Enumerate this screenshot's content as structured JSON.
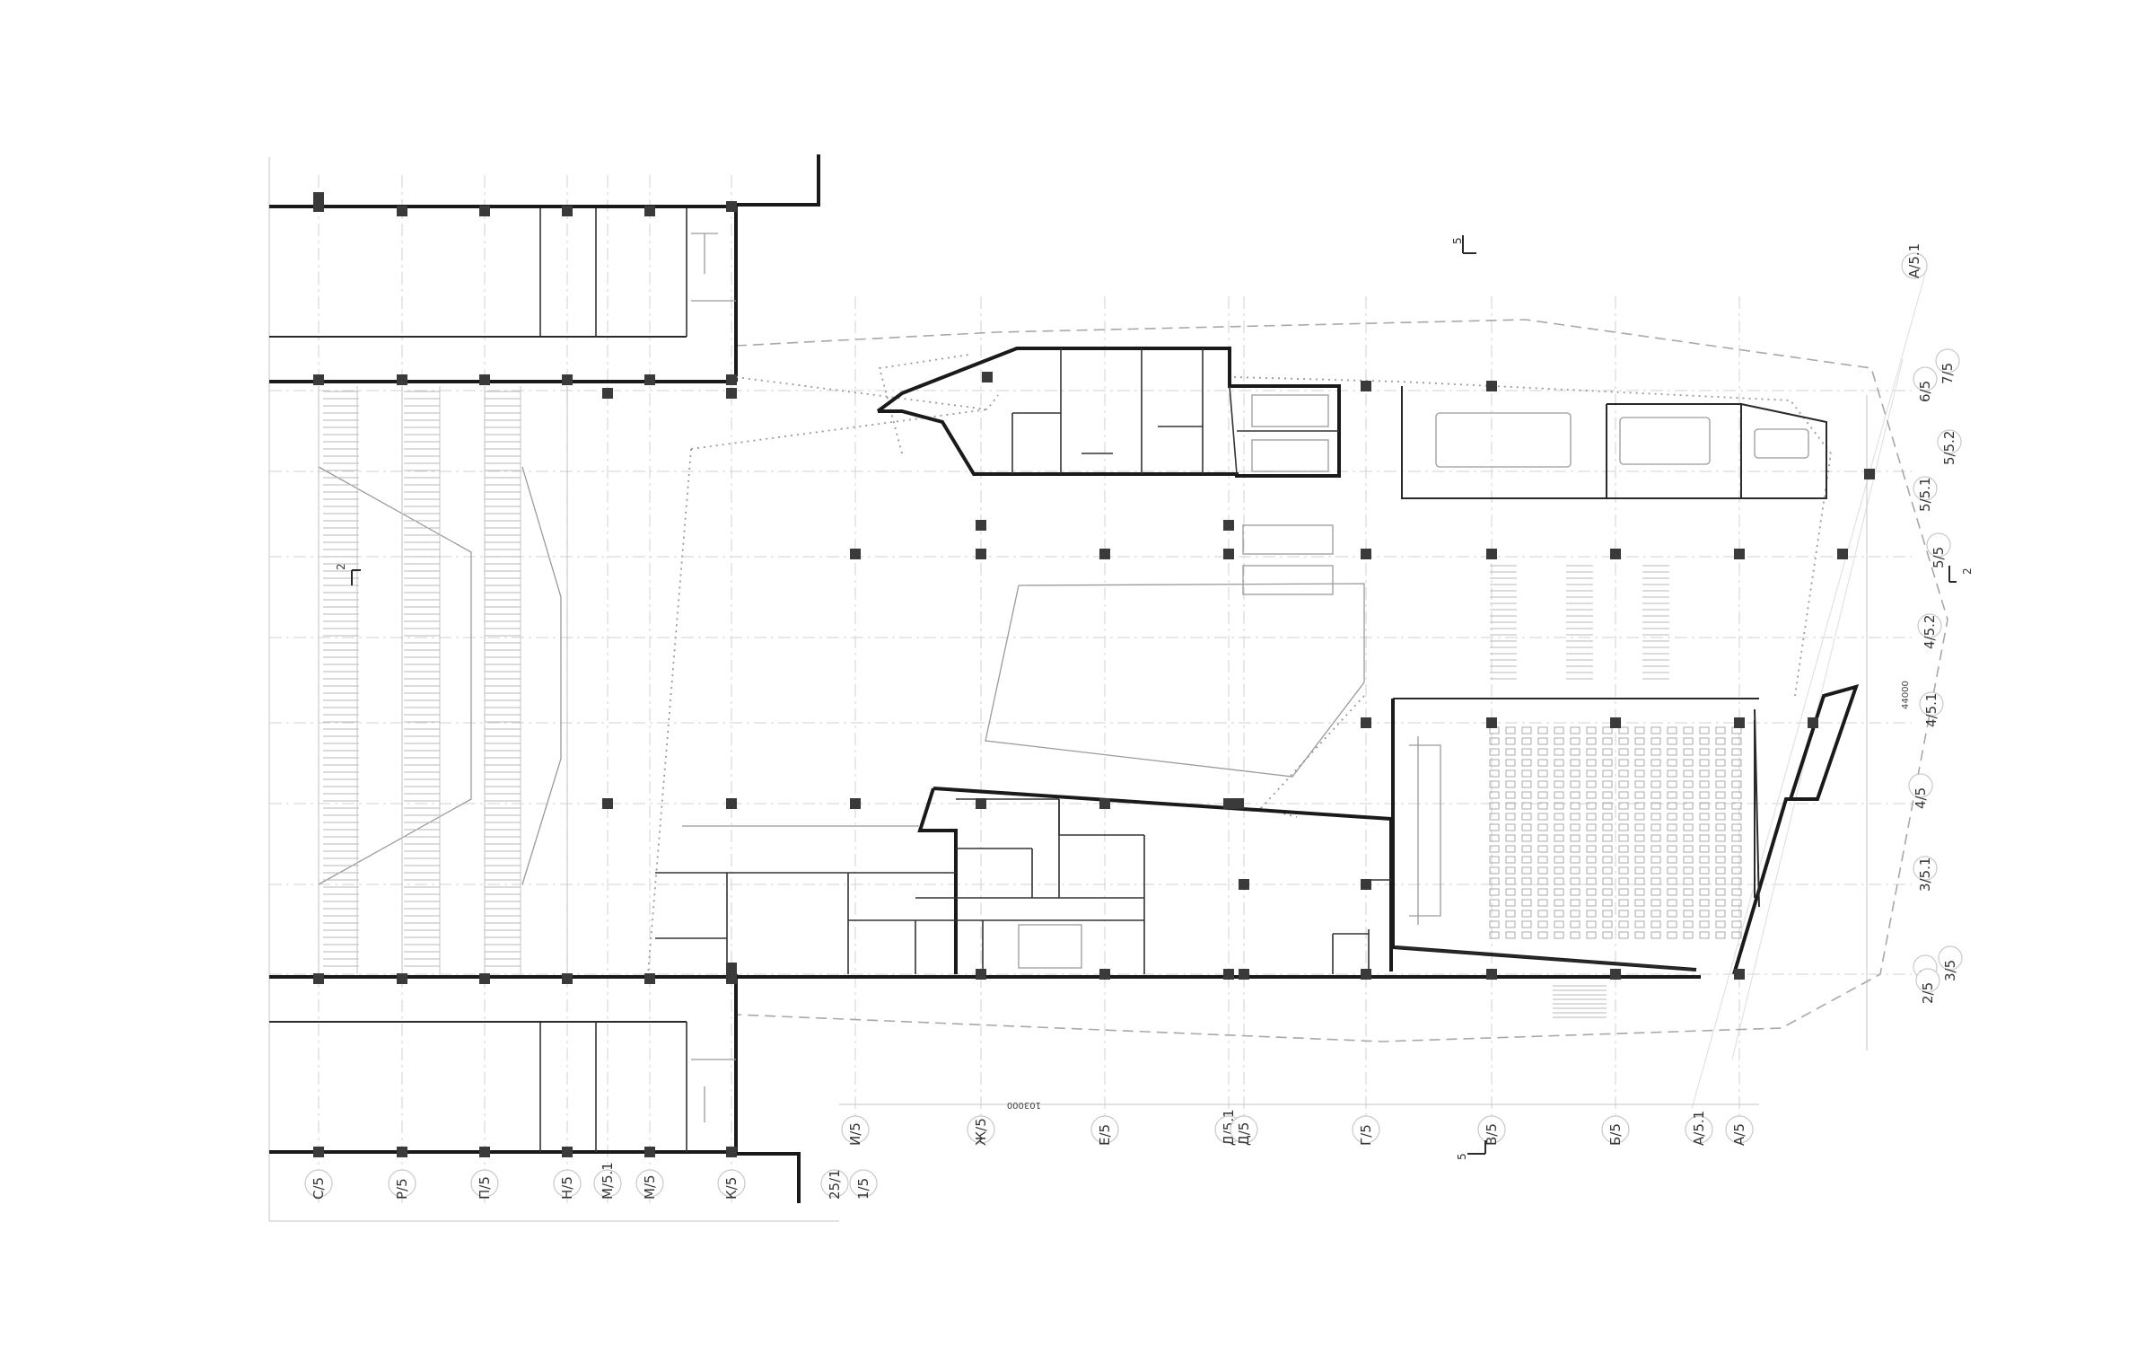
{
  "bottom_axes": [
    {
      "id": "C5",
      "label": "С/5"
    },
    {
      "id": "P5",
      "label": "Р/5"
    },
    {
      "id": "Pi5",
      "label": "П/5"
    },
    {
      "id": "N5",
      "label": "Н/5"
    },
    {
      "id": "M51",
      "label": "М/5.1"
    },
    {
      "id": "M5",
      "label": "М/5"
    },
    {
      "id": "K5",
      "label": "К/5"
    },
    {
      "id": "251",
      "label": "25/1"
    },
    {
      "id": "15",
      "label": "1/5"
    },
    {
      "id": "I5",
      "label": "И/5"
    },
    {
      "id": "Zh5",
      "label": "Ж/5"
    },
    {
      "id": "E5",
      "label": "Е/5"
    },
    {
      "id": "D51",
      "label": "Д/5.1"
    },
    {
      "id": "D5",
      "label": "Д/5"
    },
    {
      "id": "G5",
      "label": "Г/5"
    },
    {
      "id": "V5",
      "label": "В/5"
    },
    {
      "id": "B5",
      "label": "Б/5"
    },
    {
      "id": "A51",
      "label": "А/5.1"
    },
    {
      "id": "A5",
      "label": "А/5"
    }
  ],
  "right_axes": [
    {
      "id": "r75",
      "label": "7/5"
    },
    {
      "id": "r65",
      "label": "6/5"
    },
    {
      "id": "r552",
      "label": "5/5.2"
    },
    {
      "id": "r551",
      "label": "5/5.1"
    },
    {
      "id": "r55",
      "label": "5/5"
    },
    {
      "id": "r452",
      "label": "4/5.2"
    },
    {
      "id": "r451",
      "label": "4/5.1"
    },
    {
      "id": "r45",
      "label": "4/5"
    },
    {
      "id": "r351",
      "label": "3/5.1"
    },
    {
      "id": "r35",
      "label": "3/5"
    },
    {
      "id": "r35b",
      "label": "3/5"
    },
    {
      "id": "r25",
      "label": "2/5"
    }
  ],
  "top_axis": {
    "label": "А/5.1"
  },
  "dimensions": {
    "overall_length": "103000",
    "overall_width": "44000"
  },
  "section_marks": {
    "s5_top": "5",
    "s5_bottom": "5",
    "s2_left": "2",
    "s2_right": "2"
  }
}
